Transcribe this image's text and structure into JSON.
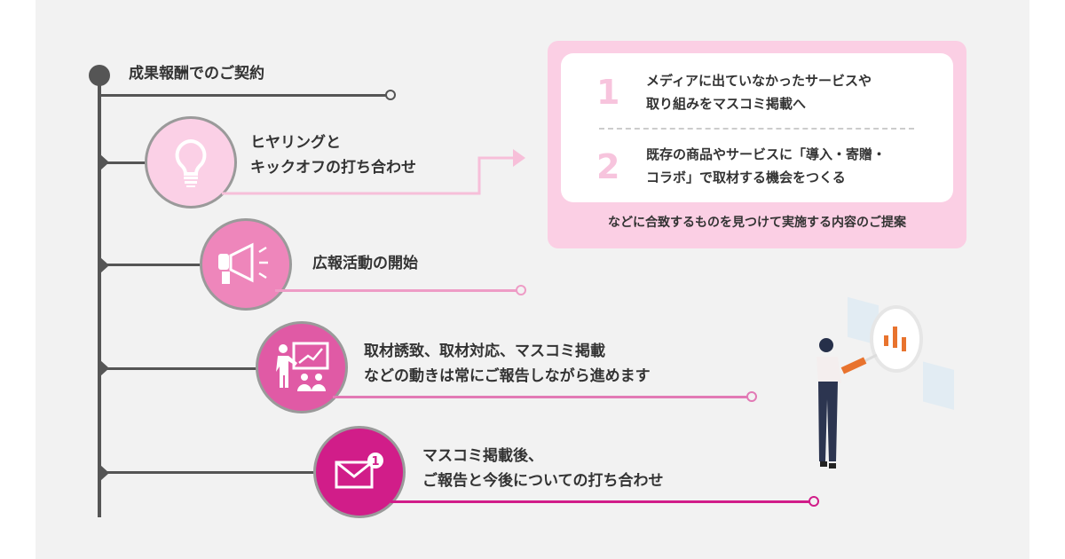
{
  "timeline": {
    "start_label": "成果報酬でのご契約",
    "steps": [
      {
        "icon": "lightbulb-icon",
        "lines": [
          "ヒヤリングと",
          "キックオフの打ち合わせ"
        ],
        "color": "#fbd0e6"
      },
      {
        "icon": "megaphone-icon",
        "lines": [
          "広報活動の開始"
        ],
        "color": "#ee86bb"
      },
      {
        "icon": "presentation-icon",
        "lines": [
          "取材誘致、取材対応、マスコミ掲載",
          "などの動きは常にご報告しながら進めます"
        ],
        "color": "#e05aa5"
      },
      {
        "icon": "mail-notification-icon",
        "lines": [
          "マスコミ掲載後、",
          "ご報告と今後についての打ち合わせ"
        ],
        "color": "#d11d89",
        "badge": "1"
      }
    ]
  },
  "proposal": {
    "items": [
      {
        "number": "1",
        "lines": [
          "メディアに出ていなかったサービスや",
          "取り組みをマスコミ掲載へ"
        ]
      },
      {
        "number": "2",
        "lines": [
          "既存の商品やサービスに「導入・寄贈・",
          "コラボ」で取材する機会をつくる"
        ]
      }
    ],
    "footer": "などに合致するものを見つけて実施する内容のご提案"
  }
}
